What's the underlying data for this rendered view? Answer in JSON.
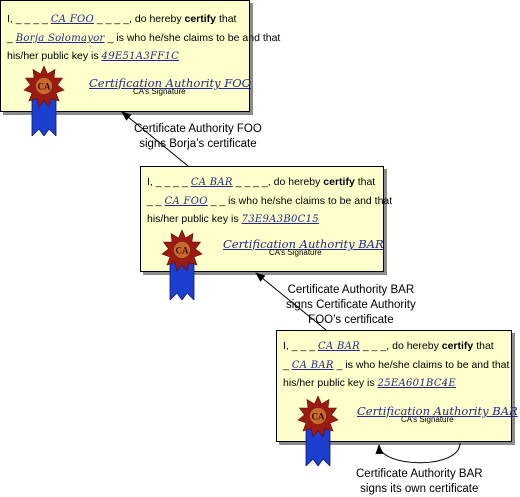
{
  "certificates": [
    {
      "id": "foo",
      "prefix": "I,",
      "issuer": "CA FOO",
      "verb_pre": "do hereby",
      "verb": "certify",
      "verb_post": "that",
      "subject": "Borja Solomayor",
      "claim": "is who he/she claims to be and that",
      "key_prefix": "his/her public key is",
      "public_key": "49E51A3FF1C",
      "signature": "Certification Authority FOO",
      "signature_caption": "CA’s Signature",
      "seal_text": "CA"
    },
    {
      "id": "bar",
      "prefix": "I,",
      "issuer": "CA BAR",
      "verb_pre": "do hereby",
      "verb": "certify",
      "verb_post": "that",
      "subject": "CA FOO",
      "claim": "is who he/she claims to be and that",
      "key_prefix": "his/her public key is",
      "public_key": "73E9A3B0C15",
      "signature": "Certification Authority BAR",
      "signature_caption": "CA’s Signature",
      "seal_text": "CA"
    },
    {
      "id": "self",
      "prefix": "I,",
      "issuer": "CA BAR",
      "verb_pre": "do hereby",
      "verb": "certify",
      "verb_post": "that",
      "subject": "CA BAR",
      "claim": "is who he/she claims to be and that",
      "key_prefix": "his/her public key is",
      "public_key": "25EA601BC4E",
      "signature": "Certification Authority BAR",
      "signature_caption": "CA’s Signature",
      "seal_text": "CA"
    }
  ],
  "captions": {
    "foo_signs": [
      "Certificate Authority FOO",
      "signs Borja’s certificate"
    ],
    "bar_signs": [
      "Certificate Authority BAR",
      "signs Certificate Authority",
      "FOO’s certificate"
    ],
    "self_signs": [
      "Certificate Authority BAR",
      "signs its own certificate"
    ]
  },
  "colors": {
    "card_fill": "#ffffcc",
    "handwriting": "#1e2a8c",
    "seal_star": "#9c1a12",
    "seal_center": "#c96a2c",
    "ribbon": "#1d3fd0"
  }
}
